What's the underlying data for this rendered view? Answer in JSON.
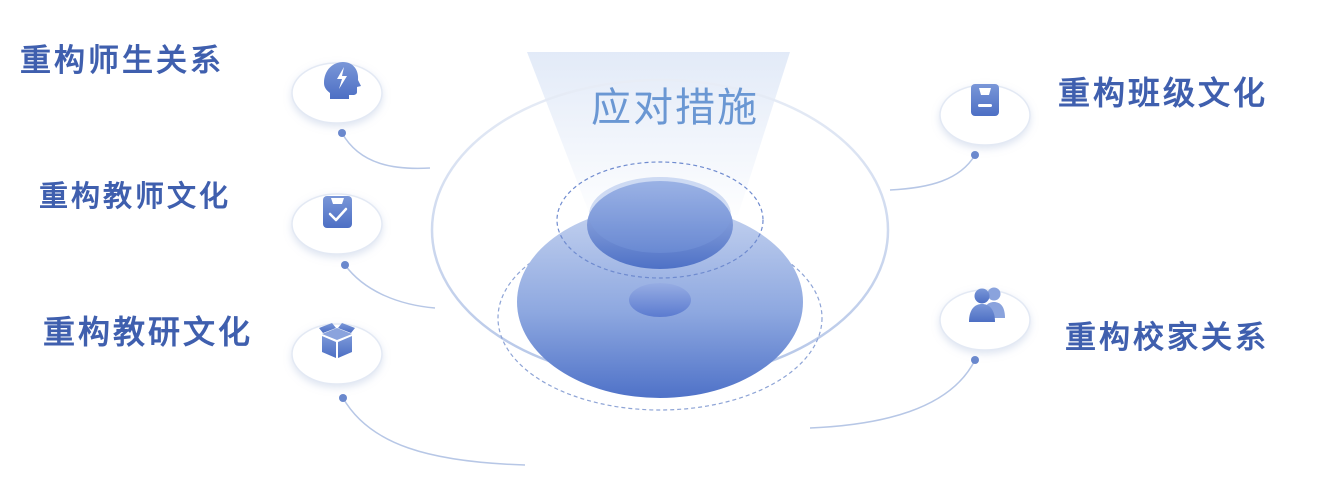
{
  "center": {
    "title": "应对措施"
  },
  "measures": [
    {
      "label": "重构师生关系",
      "icon": "lightbulb-head-icon"
    },
    {
      "label": "重构教师文化",
      "icon": "clipboard-check-icon"
    },
    {
      "label": "重构教研文化",
      "icon": "open-box-icon"
    },
    {
      "label": "重构班级文化",
      "icon": "id-badge-icon"
    },
    {
      "label": "重构校家关系",
      "icon": "two-people-icon"
    }
  ],
  "colors": {
    "accent": "#3f5fae",
    "title": "#6a97d3",
    "disk": "#5b7fcf",
    "icon": "#5d7ec9"
  }
}
